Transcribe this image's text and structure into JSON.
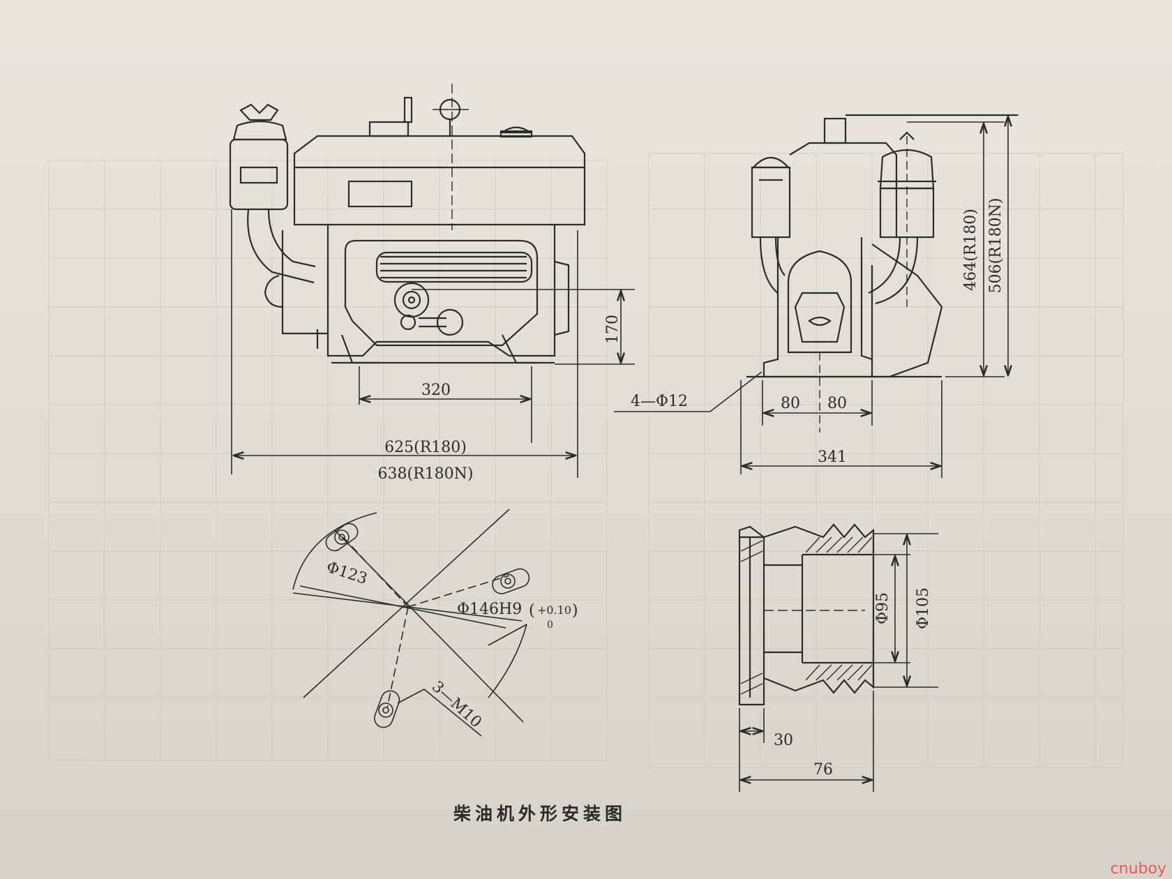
{
  "caption": "柴油机外形安装图",
  "watermark": "cnuboy",
  "dimensions": {
    "height_170": "170",
    "width_320": "320",
    "length_r180": "625(R180)",
    "length_r180n": "638(R180N)",
    "holes_4": "4—Φ12",
    "bolt_80_left": "80",
    "bolt_80_right": "80",
    "width_341": "341",
    "height_r180": "464(R180)",
    "height_r180n": "506(R180N)",
    "flange_phi123": "Φ123",
    "flange_phi146": "Φ146H9",
    "flange_tol_upper": "+0.10",
    "flange_tol_lower": "0",
    "flange_screws": "3—M10",
    "pulley_phi95": "Φ95",
    "pulley_phi105": "Φ105",
    "pulley_30": "30",
    "pulley_76": "76"
  },
  "colors": {
    "ink": "#2b2b2b",
    "paper": "#e4e2da",
    "watermark": "#e8585f"
  }
}
